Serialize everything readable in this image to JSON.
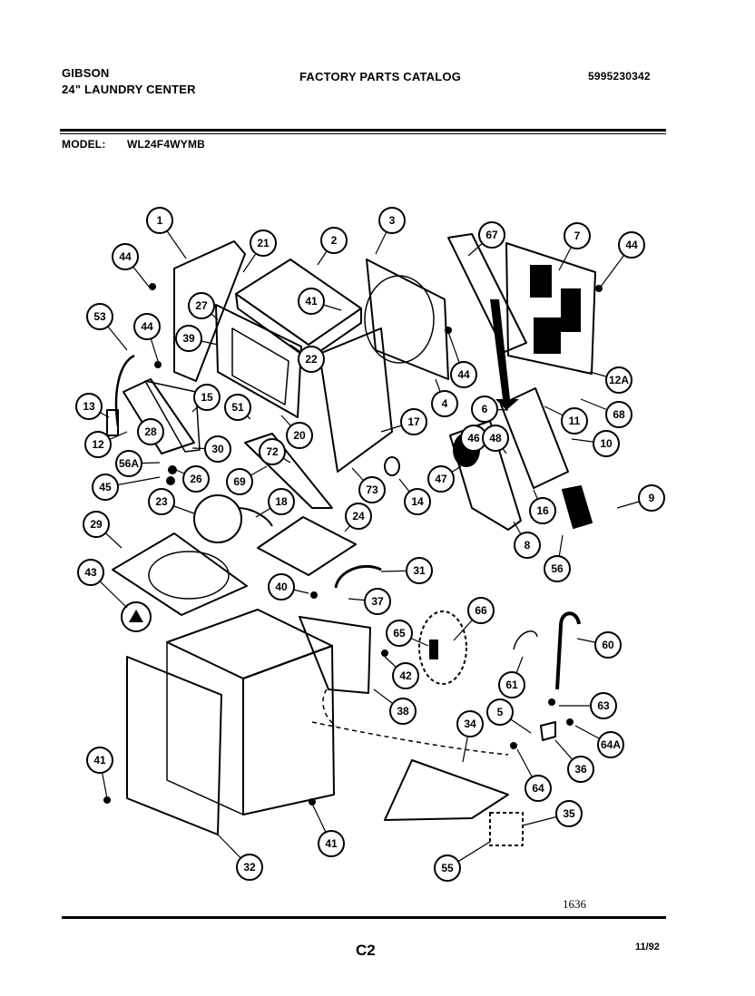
{
  "header": {
    "brand": "GIBSON",
    "product": "24\" LAUNDRY CENTER",
    "catalog": "FACTORY PARTS CATALOG",
    "catalog_number": "5995230342",
    "model_label": "MODEL:",
    "model_value": "WL24F4WYMB"
  },
  "callouts": [
    "1",
    "2",
    "3",
    "4",
    "5",
    "6",
    "7",
    "8",
    "9",
    "10",
    "11",
    "12",
    "12A",
    "13",
    "14",
    "15",
    "16",
    "17",
    "18",
    "20",
    "21",
    "22",
    "23",
    "24",
    "26",
    "27",
    "28",
    "29",
    "30",
    "31",
    "32",
    "34",
    "35",
    "36",
    "37",
    "38",
    "39",
    "40",
    "41",
    "42",
    "43",
    "44",
    "45",
    "46",
    "47",
    "48",
    "51",
    "53",
    "55",
    "56",
    "56A",
    "60",
    "61",
    "63",
    "64",
    "64A",
    "65",
    "66",
    "67",
    "68",
    "69",
    "72",
    "73"
  ],
  "footer": {
    "number": "1636",
    "page": "C2",
    "date": "11/92"
  }
}
